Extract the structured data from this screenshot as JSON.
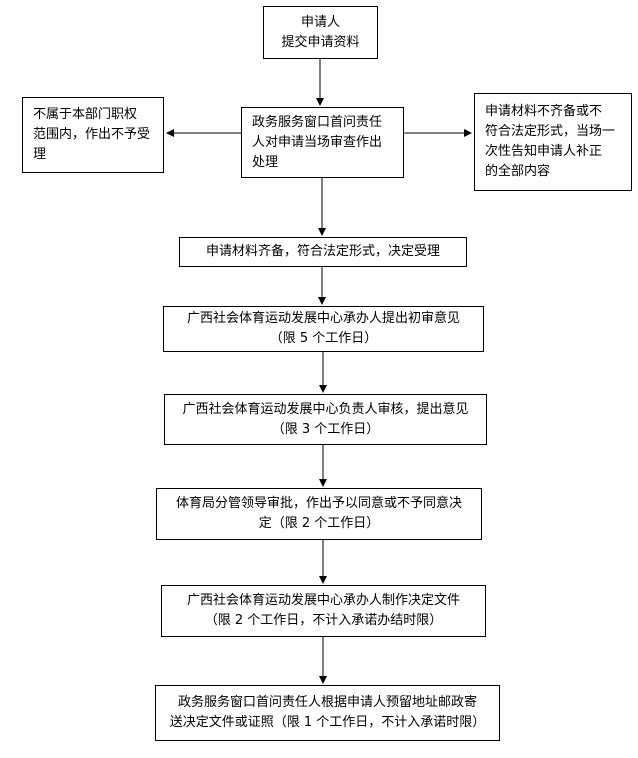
{
  "nodes": {
    "apply": [
      "申请人",
      "提交申请资料"
    ],
    "review": [
      "政务服务窗口首问责任",
      "人对申请当场审查作出",
      "处理"
    ],
    "reject": [
      "不属于本部门职权",
      "范围内，作出不予受",
      "理"
    ],
    "incomplete": [
      "申请材料不齐备或不",
      "符合法定形式，当场一",
      "次性告知申请人补正",
      "的全部内容"
    ],
    "accept": [
      "申请材料齐备，符合法定形式，决定受理"
    ],
    "initial_opinion": [
      "广西社会体育运动发展中心承办人提出初审意见",
      "（限 5 个工作日）"
    ],
    "head_review": [
      "广西社会体育运动发展中心负责人审核，提出意见",
      "（限 3 个工作日）"
    ],
    "approve": [
      "体育局分管领导审批，作出予以同意或不予同意决",
      "定（限 2 个工作日）"
    ],
    "make_doc": [
      "广西社会体育运动发展中心承办人制作决定文件",
      "（限 2 个工作日，不计入承诺办结时限）"
    ],
    "deliver": [
      "政务服务窗口首问责任人根据申请人预留地址邮政寄",
      "送决定文件或证照（限 1 个工作日，不计入承诺时限）"
    ]
  }
}
